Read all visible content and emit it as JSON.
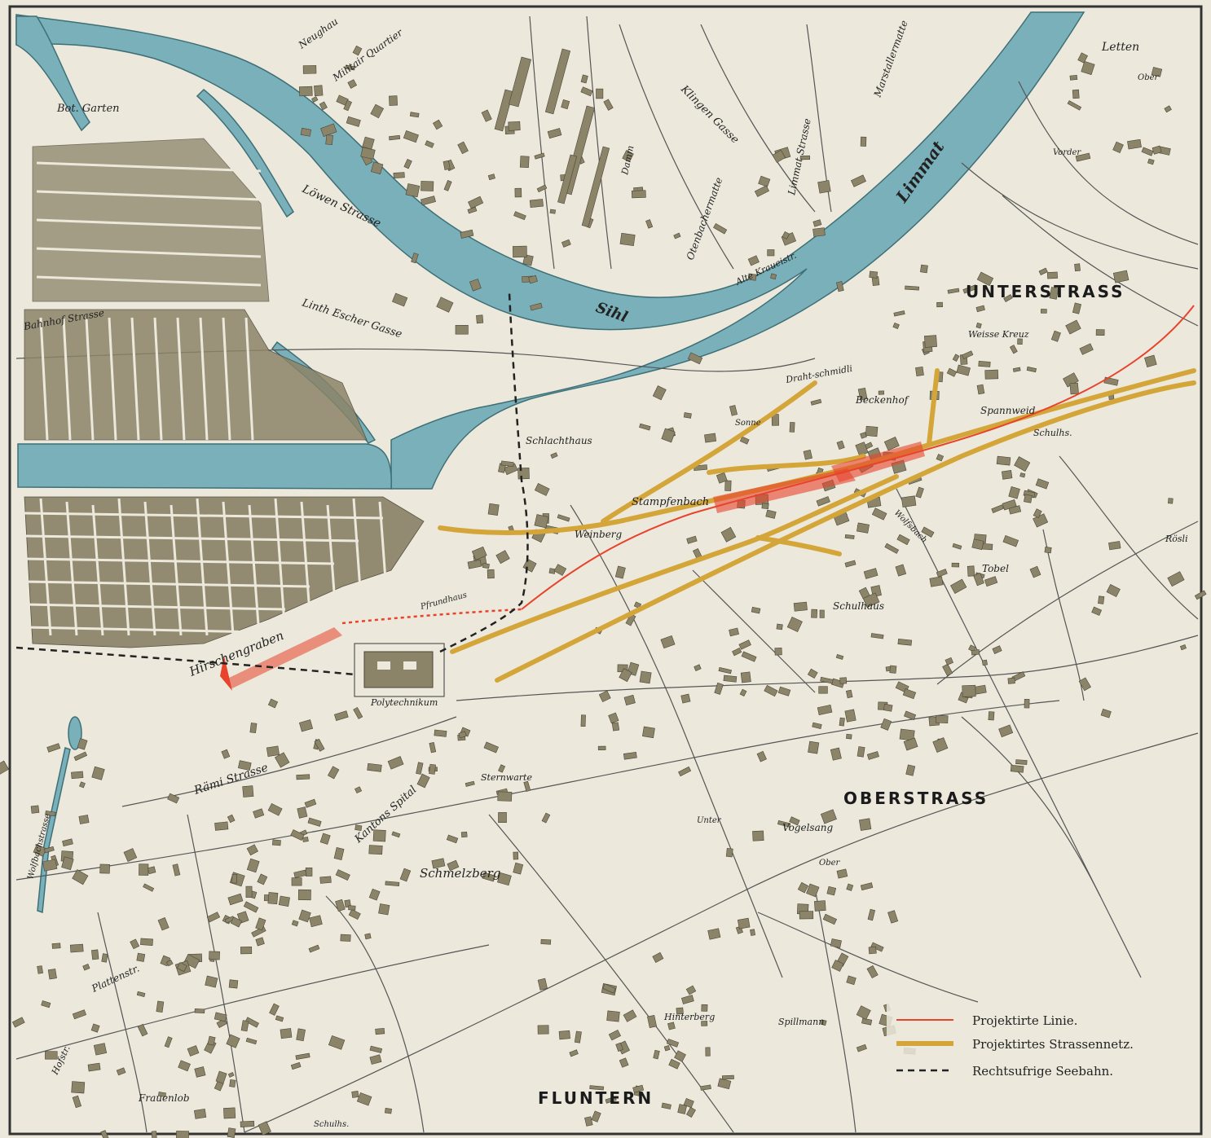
{
  "districts": {
    "unterstrass": "UNTERSTRASS",
    "oberstrass": "OBERSTRASS",
    "fluntern": "FLUNTERN"
  },
  "rivers": {
    "limmat": "Limmat",
    "sihl": "Sihl"
  },
  "labels": {
    "bot_garten": "Bot. Garten",
    "militair_quartier": "Militair Quartier",
    "neughau": "Neughau",
    "letten": "Letten",
    "ober": "Ober",
    "vorder": "Vorder",
    "klingen_gasse": "Klingen Gasse",
    "limmat_strasse": "Limmat Strasse",
    "marstallermatte": "Marstallermatte",
    "otenbachermatte": "Otenbachermatte",
    "alte_kraueistr": "Alte Kraueistr.",
    "damm": "Damm",
    "lowen_strasse": "Löwen Strasse",
    "lindth_escher_gasse": "Linth Escher Gasse",
    "bahnhof_strasse": "Bahnhof Strasse",
    "weisse_kreuz": "Weisse Kreuz",
    "drahtschmidli": "Draht-schmidli",
    "beckenhof": "Beckenhof",
    "spannweid": "Spannweid",
    "schulhs_1": "Schulhs.",
    "sonne": "Sonne",
    "schlachthaus": "Schlachthaus",
    "stampfenbach": "Stampfenbach",
    "weinberg": "Weinberg",
    "wolfsbach": "Wolfsbach",
    "tobel": "Tobel",
    "rosli": "Rösli",
    "schulhaus": "Schulhaus",
    "hirschengraben": "Hirschengraben",
    "pfrundhaus": "Pfrundhaus",
    "polytechnikum": "Polytechnikum",
    "rami_strasse": "Rämi Strasse",
    "kantons_spital": "Kantons Spital",
    "sternwarte": "Sternwarte",
    "schmelzberg": "Schmelzberg",
    "unter": "Unter",
    "vogelsang": "Vogelsang",
    "ober2": "Ober",
    "hinterberg": "Hinterberg",
    "spillmann": "Spillmann",
    "plattenstr": "Plattenstr.",
    "hofstr": "Hofstr.",
    "frauenlob": "Frauenlob",
    "schulhs_2": "Schulhs.",
    "wolfbachstrasse": "Wolfbachstrasse"
  },
  "legend": {
    "items": [
      {
        "label": "Projektirte Linie.",
        "color": "#e8432c",
        "style": "solid-thin"
      },
      {
        "label": "Projektirtes Strassennetz.",
        "color": "#d4a63a",
        "style": "solid-thick"
      },
      {
        "label": "Rechtsufrige Seebahn.",
        "color": "#222222",
        "style": "dashed"
      }
    ]
  },
  "colors": {
    "paper": "#ece9dc",
    "water": "#79b0b9",
    "building": "#8c8468",
    "road": "#444444",
    "projected_line": "#e8432c",
    "projected_roads": "#d4a63a",
    "railway": "#222222"
  }
}
